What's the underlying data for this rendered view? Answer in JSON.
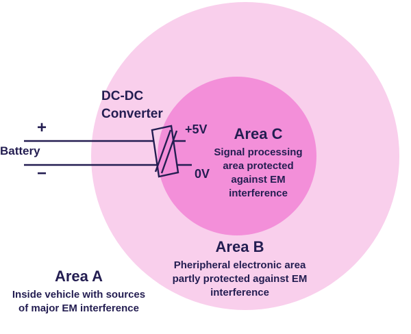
{
  "diagram": {
    "battery": {
      "label": "Battery",
      "plus": "+",
      "minus": "−"
    },
    "converter": {
      "label": "DC-DC\nConverter",
      "output_positive": "+5V",
      "output_ground": "0V"
    },
    "area_a": {
      "title": "Area A",
      "description": "Inside vehicle with sources\nof major EM interference"
    },
    "area_b": {
      "title": "Area B",
      "description": "Pheripheral electronic area\npartly protected against EM\ninterference"
    },
    "area_c": {
      "title": "Area C",
      "description": "Signal processing\narea protected\nagainst EM\ninterference"
    }
  },
  "colors": {
    "outer_zone_pink": "#f9cfec",
    "inner_zone_pink": "#f38fd9",
    "ink_navy": "#231d51",
    "background": "#ffffff"
  }
}
